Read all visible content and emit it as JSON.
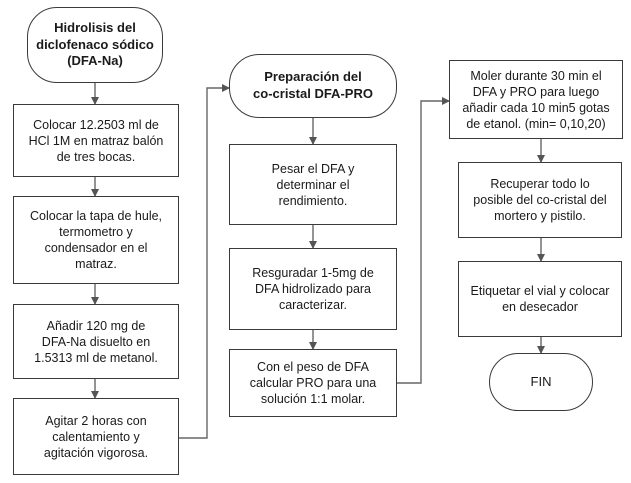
{
  "diagram": {
    "col1": {
      "start": "Hidrolisis del\ndiclofenaco sódico\n(DFA-Na)",
      "step1": "Colocar 12.2503 ml de\nHCl 1M en matraz balón\nde tres bocas.",
      "step2": "Colocar la tapa de hule,\ntermometro y\ncondensador en el\nmatraz.",
      "step3": "Añadir 120 mg de\nDFA-Na disuelto en\n1.5313 ml de metanol.",
      "step4": "Agitar 2 horas con\ncalentamiento y\nagitación vigorosa."
    },
    "col2": {
      "start": "Preparación del\nco-cristal DFA-PRO",
      "step1": "Pesar el DFA y\ndeterminar el\nrendimiento.",
      "step2": "Resguradar 1-5mg de\nDFA hidrolizado para\ncaracterizar.",
      "step3": "Con el peso de DFA\ncalcular PRO para una\nsolución 1:1 molar."
    },
    "col3": {
      "step1": "Moler durante 30 min el\nDFA y PRO para luego\nañadir cada 10 min5 gotas\nde etanol. (min= 0,10,20)",
      "step2": "Recuperar todo lo\nposible del co-cristal del\nmortero y pistilo.",
      "step3": "Etiquetar el vial y colocar\nen desecador",
      "end": "FIN"
    }
  }
}
